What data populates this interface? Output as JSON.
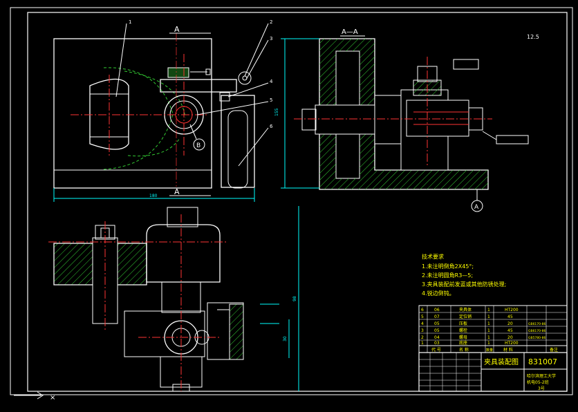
{
  "colors": {
    "background": "#000000",
    "outline": "#ffffff",
    "centerline": "#ff3333",
    "hatch": "#33cc33",
    "dimension": "#00ffff",
    "text": "#ffff00"
  },
  "view_labels": {
    "section_top": "A",
    "section_bottom": "A",
    "section_view": "A—A",
    "callout_b": "B",
    "datum_a": "A",
    "roughness": "12.5"
  },
  "part_numbers": [
    "1",
    "2",
    "3",
    "4",
    "5",
    "6"
  ],
  "dimensions": {
    "width_front": "180",
    "height_side": "155",
    "height_plan": "98",
    "small_plan": "30"
  },
  "tech_requirements": {
    "title": "技术要求",
    "items": [
      "1.未注明倒角2X45°;",
      "2.未注明圆角R3—5;",
      "3.夹具装配前发蓝或其他防锈处理;",
      "4.锐边倒钝。"
    ]
  },
  "bom": {
    "rows": [
      {
        "seq": "6",
        "code": "06",
        "name": "夹具体",
        "qty": "1",
        "mat": "HT200",
        "note": ""
      },
      {
        "seq": "5",
        "code": "07",
        "name": "定位销",
        "qty": "1",
        "mat": "45",
        "note": ""
      },
      {
        "seq": "4",
        "code": "05",
        "name": "压板",
        "qty": "1",
        "mat": "20",
        "note": "GB6170-86"
      },
      {
        "seq": "3",
        "code": "05",
        "name": "螺栓",
        "qty": "1",
        "mat": "45",
        "note": "GB6170-86"
      },
      {
        "seq": "2",
        "code": "04",
        "name": "螺母",
        "qty": "1",
        "mat": "20",
        "note": "GB5780-86"
      },
      {
        "seq": "1",
        "code": "03",
        "name": "底座",
        "qty": "1",
        "mat": "HT200",
        "note": ""
      }
    ],
    "header": {
      "code": "代 号",
      "name": "名 称",
      "qty": "数量",
      "mat": "材 料",
      "note": "备注"
    }
  },
  "title_block": {
    "title": "夹具装配图",
    "drawing_no": "831007",
    "school": "哈尔滨理工大学",
    "class": "机电05-2班",
    "student": "3号"
  }
}
